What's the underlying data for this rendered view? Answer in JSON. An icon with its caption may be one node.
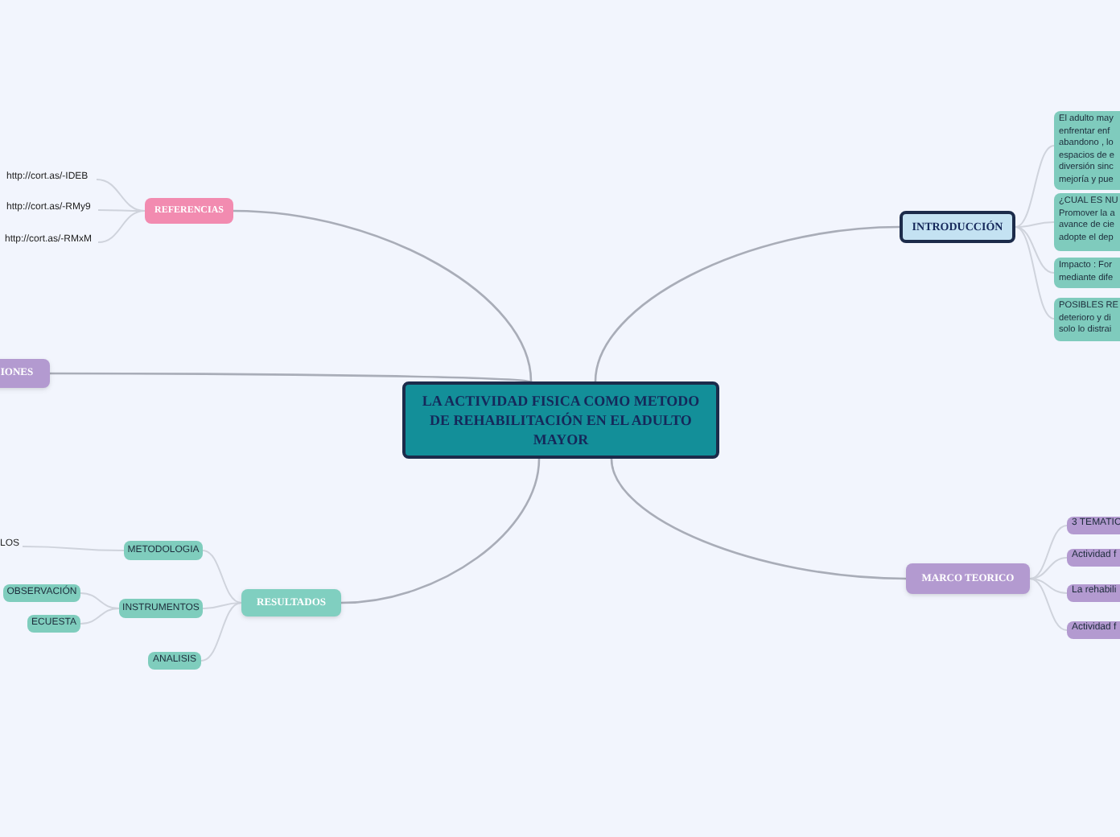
{
  "diagram": {
    "nodes": [
      {
        "text": [
          "LA ACTIVIDAD FISICA COMO METODO DE REHABILITACIÓN EN  EL ADULTO MAYOR"
        ]
      },
      {
        "text": [
          "REFERENCIAS"
        ]
      },
      {
        "text": [
          "http://cort.as/-IDEB"
        ]
      },
      {
        "text": [
          "http://cort.as/-RMy9"
        ]
      },
      {
        "text": [
          "http://cort.as/-RMxM"
        ]
      },
      {
        "text": [
          "IONES"
        ]
      },
      {
        "text": [
          "INTRODUCCIÓN"
        ]
      },
      {
        "text": [
          "El adulto may enfrentar enf abandono , lo espacios de e diversión sinc mejoría y pue"
        ]
      },
      {
        "text": [
          "¿CUAL ES NU Promover la a avance de cie adopte el dep"
        ]
      },
      {
        "text": [
          "Impacto : For mediante dife"
        ]
      },
      {
        "text": [
          "POSIBLES RE deterioro y di solo lo distrai"
        ]
      },
      {
        "text": [
          "RESULTADOS"
        ]
      },
      {
        "text": [
          "METODOLOGIA"
        ]
      },
      {
        "text": [
          "LOS"
        ]
      },
      {
        "text": [
          "INSTRUMENTOS"
        ]
      },
      {
        "text": [
          "OBSERVACIÓN"
        ]
      },
      {
        "text": [
          "ECUESTA"
        ]
      },
      {
        "text": [
          "ANALISIS"
        ]
      },
      {
        "text": [
          "MARCO TEORICO"
        ]
      },
      {
        "text": [
          "3 TEMATIC"
        ]
      },
      {
        "text": [
          "Actividad f"
        ]
      },
      {
        "text": [
          "La rehabili"
        ]
      },
      {
        "text": [
          "Actividad f"
        ]
      }
    ],
    "edges": [
      {
        "from": 0,
        "to": 1,
        "arrow": "none"
      },
      {
        "from": 0,
        "to": 5,
        "arrow": "none"
      },
      {
        "from": 0,
        "to": 6,
        "arrow": "none"
      },
      {
        "from": 0,
        "to": 11,
        "arrow": "none"
      },
      {
        "from": 0,
        "to": 18,
        "arrow": "none"
      },
      {
        "from": 1,
        "to": 2,
        "arrow": "none"
      },
      {
        "from": 1,
        "to": 3,
        "arrow": "none"
      },
      {
        "from": 1,
        "to": 4,
        "arrow": "none"
      },
      {
        "from": 6,
        "to": 7,
        "arrow": "none"
      },
      {
        "from": 6,
        "to": 8,
        "arrow": "none"
      },
      {
        "from": 6,
        "to": 9,
        "arrow": "none"
      },
      {
        "from": 6,
        "to": 10,
        "arrow": "none"
      },
      {
        "from": 11,
        "to": 12,
        "arrow": "none"
      },
      {
        "from": 11,
        "to": 14,
        "arrow": "none"
      },
      {
        "from": 11,
        "to": 17,
        "arrow": "none"
      },
      {
        "from": 12,
        "to": 13,
        "arrow": "none"
      },
      {
        "from": 14,
        "to": 15,
        "arrow": "none"
      },
      {
        "from": 14,
        "to": 16,
        "arrow": "none"
      },
      {
        "from": 18,
        "to": 19,
        "arrow": "none"
      },
      {
        "from": 18,
        "to": 20,
        "arrow": "none"
      },
      {
        "from": 18,
        "to": 21,
        "arrow": "none"
      },
      {
        "from": 18,
        "to": 22,
        "arrow": "none"
      }
    ]
  }
}
